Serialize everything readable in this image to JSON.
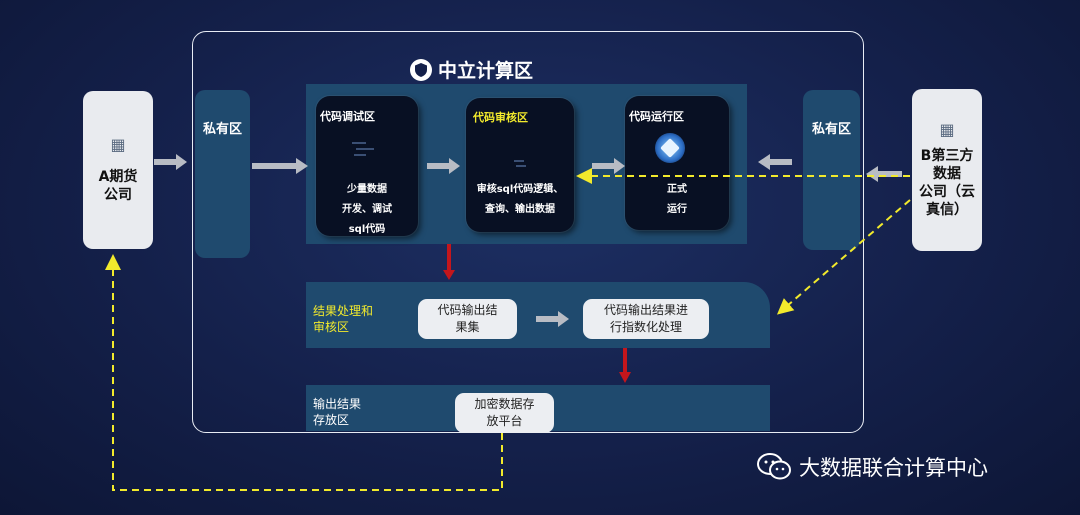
{
  "neutral_zone": {
    "title": "中立计算区",
    "icon": "shield-icon"
  },
  "company_a": {
    "label_line1": "A期货",
    "label_line2": "公司",
    "icon": "building-icon"
  },
  "company_b": {
    "label_line1": "B第三方",
    "label_line2": "数据",
    "label_line3": "公司（云",
    "label_line4": "真信）",
    "icon": "building-icon"
  },
  "private_left": {
    "label": "私有区"
  },
  "private_right": {
    "label": "私有区"
  },
  "debug_card": {
    "title": "代码调试区",
    "line1": "少量数据",
    "line2": "开发、调试",
    "line3": "sql代码"
  },
  "review_card": {
    "title": "代码审核区",
    "line1": "审核sql代码逻辑、",
    "line2": "查询、输出数据"
  },
  "run_card": {
    "title": "代码运行区",
    "line1": "正式",
    "line2": "运行"
  },
  "result_zone": {
    "label_line1": "结果处理和",
    "label_line2": "审核区",
    "pill1_line1": "代码输出结",
    "pill1_line2": "果集",
    "pill2_line1": "代码输出结果进",
    "pill2_line2": "行指数化处理"
  },
  "output_zone": {
    "label_line1": "输出结果",
    "label_line2": "存放区",
    "pill_line1": "加密数据存",
    "pill_line2": "放平台"
  },
  "watermark": {
    "text": "大数据联合计算中心",
    "icon": "wechat-icon"
  },
  "colors": {
    "background": "#14204a",
    "band": "#1f4a6e",
    "yellow_dash": "#f2ea2c",
    "red_arrow": "#c4161c",
    "gray_arrow": "#b8bcc4"
  }
}
